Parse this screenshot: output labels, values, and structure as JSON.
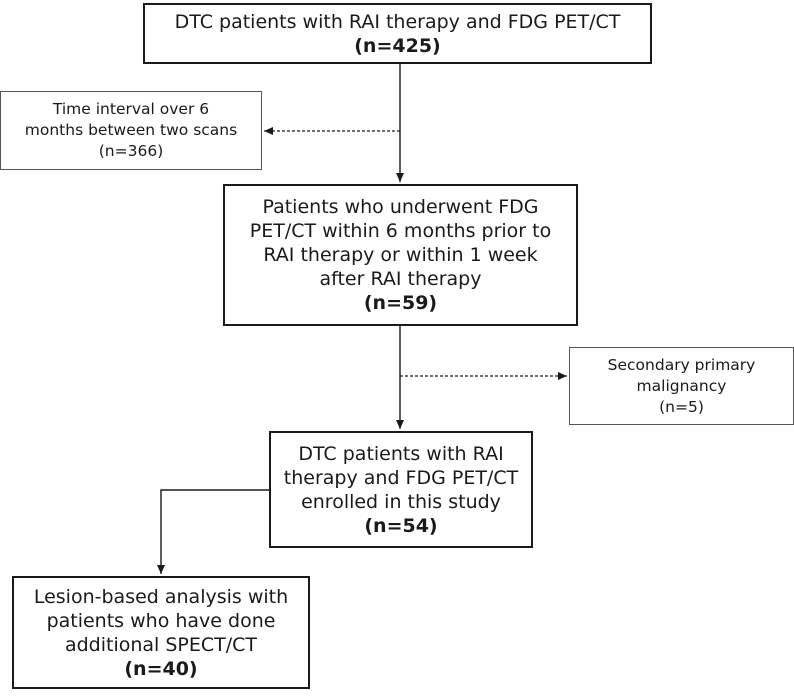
{
  "boxes": {
    "start": {
      "lines": [
        "DTC patients with RAI therapy and FDG PET/CT"
      ],
      "count": "(n=425)"
    },
    "excluded_interval": {
      "lines": [
        "Time interval over 6",
        "months between two scans"
      ],
      "count": "(n=366)"
    },
    "within_window": {
      "lines": [
        "Patients who underwent FDG",
        "PET/CT within 6 months prior to",
        "RAI therapy or within 1 week",
        "after RAI therapy"
      ],
      "count": "(n=59)"
    },
    "excluded_malignancy": {
      "lines": [
        "Secondary primary",
        "malignancy"
      ],
      "count": "(n=5)"
    },
    "enrolled": {
      "lines": [
        "DTC patients with RAI",
        "therapy and FDG PET/CT",
        "enrolled in this study"
      ],
      "count": "(n=54)"
    },
    "lesion_analysis": {
      "lines": [
        "Lesion-based analysis with",
        "patients who have done",
        "additional SPECT/CT"
      ],
      "count": "(n=40)"
    }
  }
}
